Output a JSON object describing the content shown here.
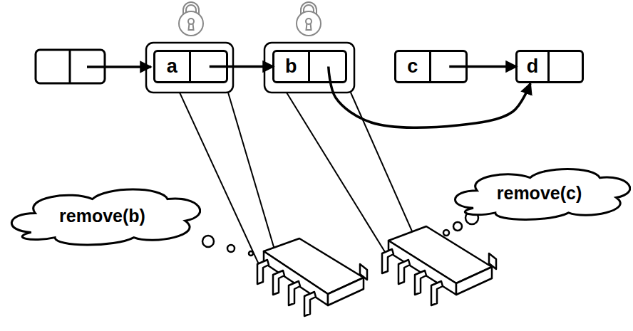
{
  "diagram": {
    "nodes": [
      {
        "text": [
          "a"
        ]
      },
      {
        "text": [
          "b"
        ]
      },
      {
        "text": [
          "c"
        ]
      },
      {
        "text": [
          "d"
        ]
      },
      {
        "text": [
          "remove(b)"
        ]
      },
      {
        "text": [
          "remove(c)"
        ]
      }
    ],
    "edges": [
      {
        "from": 0,
        "to": 1,
        "arrow": "to"
      },
      {
        "from": 1,
        "to": 3,
        "arrow": "to"
      },
      {
        "from": 2,
        "to": 3,
        "arrow": "to"
      }
    ]
  }
}
